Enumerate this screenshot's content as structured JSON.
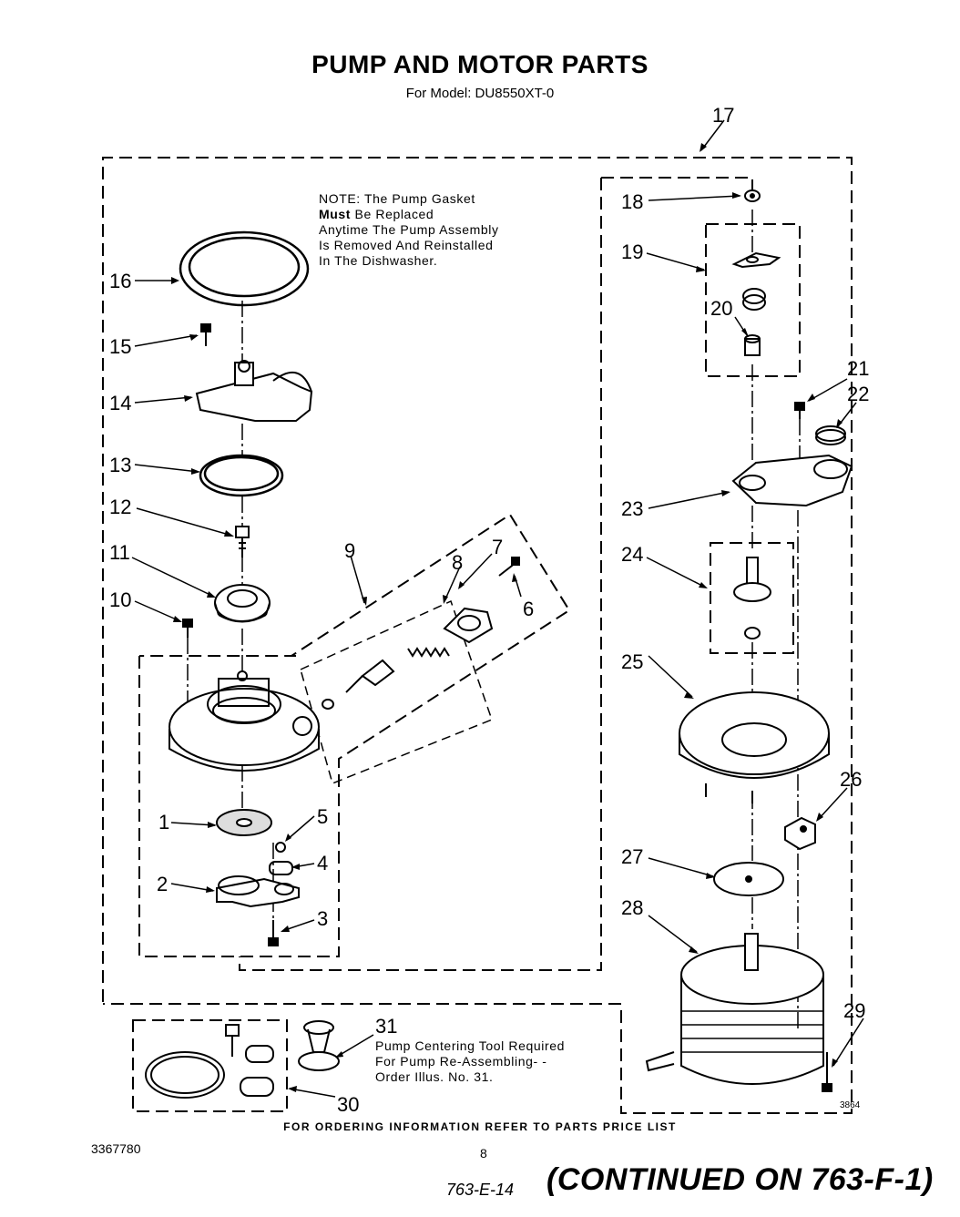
{
  "title": "PUMP AND MOTOR PARTS",
  "subtitle": "For Model: DU8550XT-0",
  "note": {
    "line1": "NOTE: The Pump Gasket",
    "line2a": "Must",
    "line2b": " Be Replaced",
    "line3": "Anytime The Pump Assembly",
    "line4": "Is Removed And Reinstalled",
    "line5": "In The Dishwasher."
  },
  "callouts": {
    "c1": "1",
    "c2": "2",
    "c3": "3",
    "c4": "4",
    "c5": "5",
    "c6": "6",
    "c7": "7",
    "c8": "8",
    "c9": "9",
    "c10": "10",
    "c11": "11",
    "c12": "12",
    "c13": "13",
    "c14": "14",
    "c15": "15",
    "c16": "16",
    "c17": "17",
    "c18": "18",
    "c19": "19",
    "c20": "20",
    "c21": "21",
    "c22": "22",
    "c23": "23",
    "c24": "24",
    "c25": "25",
    "c26": "26",
    "c27": "27",
    "c28": "28",
    "c29": "29",
    "c30": "30",
    "c31": "31"
  },
  "tool_note": {
    "line1": "Pump Centering Tool Required",
    "line2": "For Pump Re-Assembling- -",
    "line3": "Order Illus. No. 31."
  },
  "illus_code": "3864",
  "footer_order": "FOR ORDERING INFORMATION REFER TO PARTS PRICE LIST",
  "doc_number": "3367780",
  "page_number": "8",
  "handwritten_ref": "763-E-14",
  "continued": "(CONTINUED ON 763-F-1)"
}
